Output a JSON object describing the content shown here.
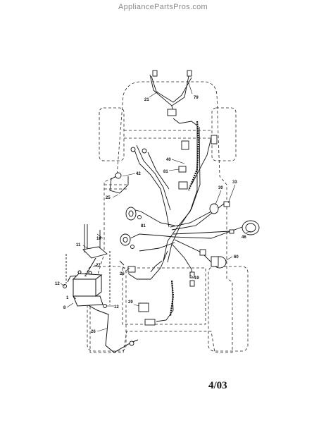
{
  "watermark": "AppliancePartsPros.com",
  "date_code": "4/03",
  "callouts": {
    "c21": "21",
    "c79": "79",
    "c40": "40",
    "c81": "81",
    "c42": "42",
    "c33": "33",
    "c30": "30",
    "c25": "25",
    "c46": "46",
    "c10": "10",
    "c11": "11",
    "c60": "60",
    "c27": "27",
    "c26a": "26",
    "c12a": "12",
    "c1": "1",
    "c2": "2",
    "c8": "8",
    "c12b": "12",
    "c29": "29",
    "c19": "19",
    "c26b": "26",
    "c81b": "81"
  }
}
